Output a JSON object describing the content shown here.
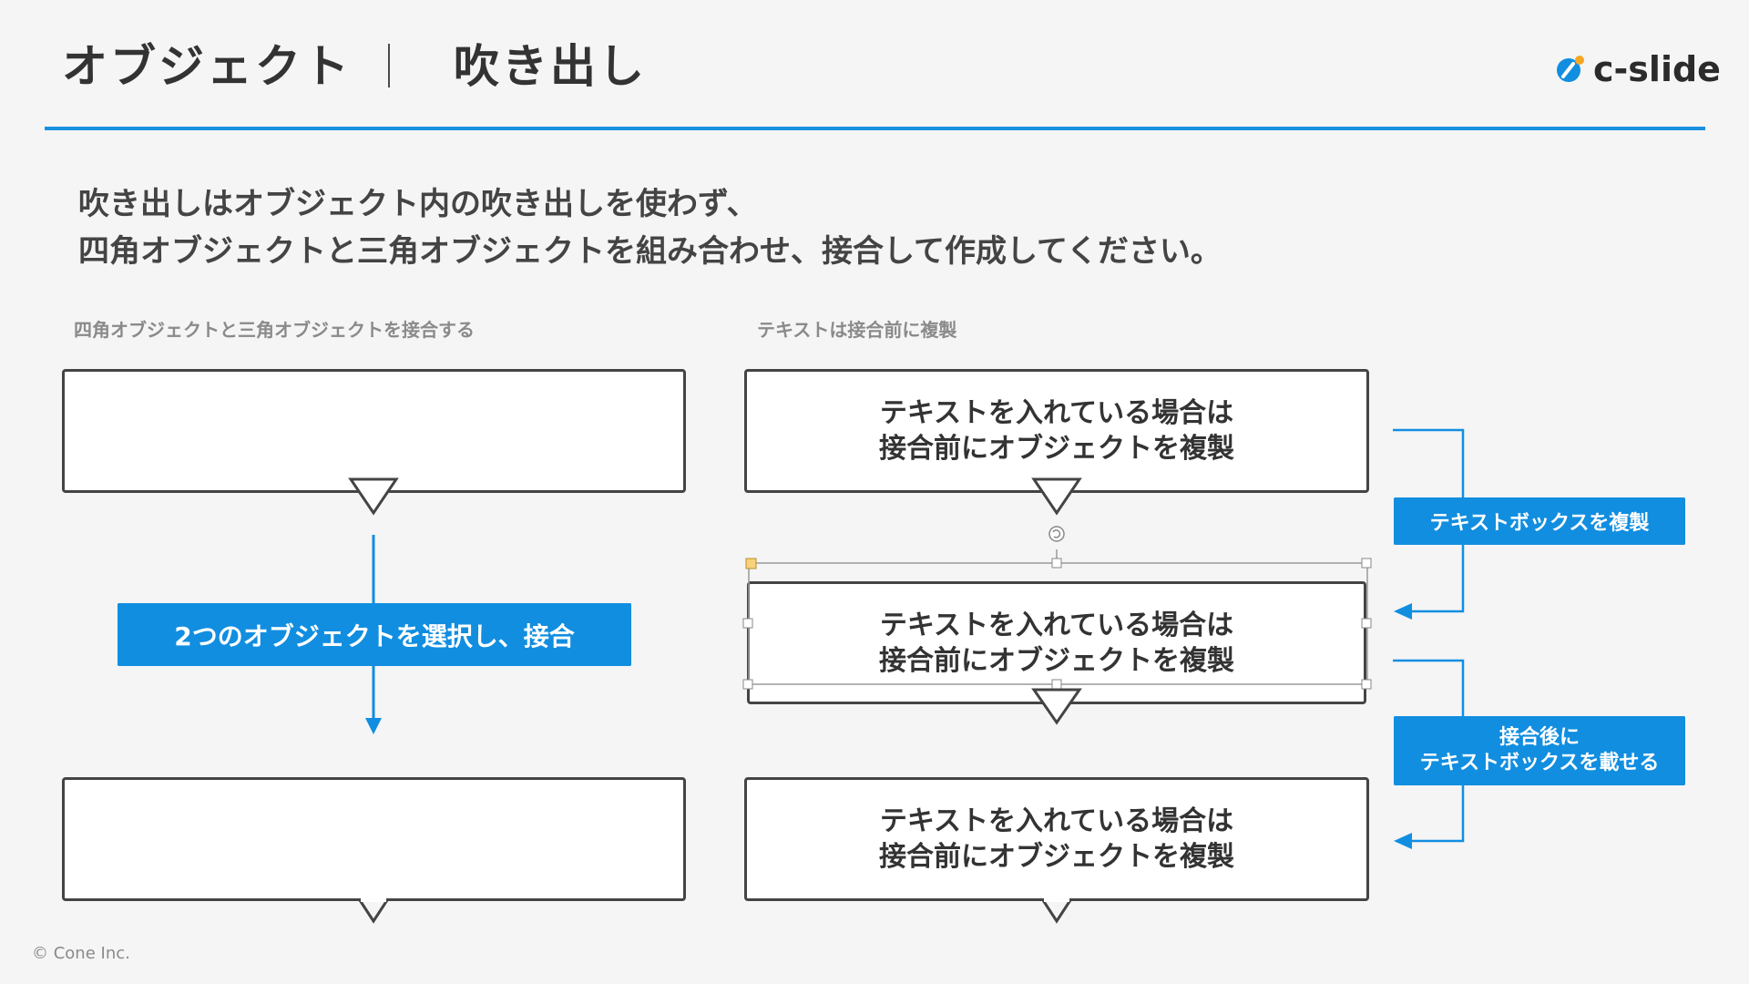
{
  "header": {
    "title": "オブジェクト",
    "subtitle": "吹き出し",
    "logo_text": "c-slide"
  },
  "lead": {
    "line1": "吹き出しはオブジェクト内の吹き出しを使わず、",
    "line2": "四角オブジェクトと三角オブジェクトを組み合わせ、接合して作成してください。"
  },
  "left_section": {
    "label": "四角オブジェクトと三角オブジェクトを接合する",
    "action_label": "2つのオブジェクトを選択し、接合"
  },
  "right_section": {
    "label": "テキストは接合前に複製",
    "box_text": "テキストを入れている場合は\n接合前にオブジェクトを複製",
    "step1_label": "テキストボックスを複製",
    "step2_label": "接合後に\nテキストボックスを載せる"
  },
  "footer": {
    "copyright": "© Cone Inc."
  },
  "colors": {
    "accent": "#118ee0",
    "text": "#333333",
    "background": "#f5f5f5"
  }
}
